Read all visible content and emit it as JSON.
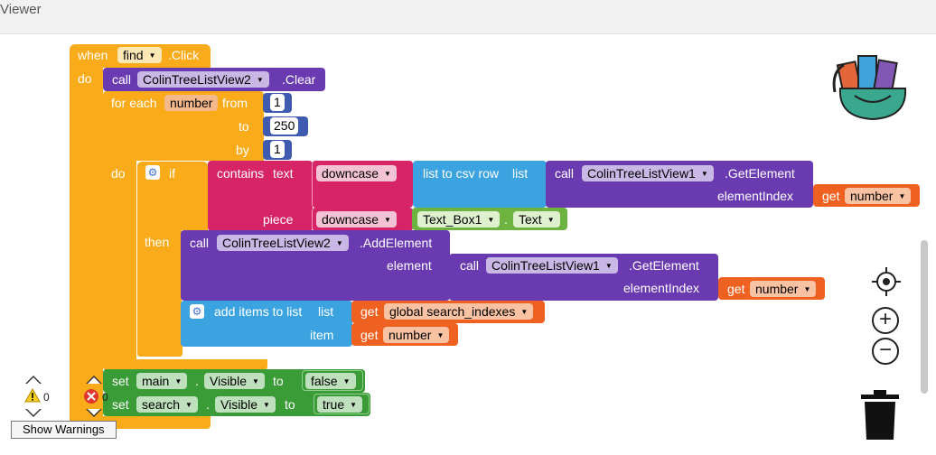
{
  "viewer": {
    "title": "Viewer"
  },
  "event": {
    "when": "when",
    "component": "find",
    "event": ".Click",
    "do": "do"
  },
  "clear_call": {
    "call": "call",
    "component": "ColinTreeListView2",
    "method": ".Clear"
  },
  "loop": {
    "for_each": "for each",
    "var": "number",
    "from": "from",
    "to": "to",
    "by": "by",
    "do": "do",
    "from_val": "1",
    "to_val": "250",
    "by_val": "1"
  },
  "if_block": {
    "if": "if",
    "then": "then"
  },
  "contains": {
    "label": "contains",
    "text": "text",
    "piece": "piece"
  },
  "downcase1": {
    "label": "downcase"
  },
  "list_to_csv": {
    "label": "list to csv row",
    "list": "list"
  },
  "get_element1": {
    "call": "call",
    "component": "ColinTreeListView1",
    "method": ".GetElement",
    "param": "elementIndex"
  },
  "get_number1": {
    "get": "get",
    "var": "number"
  },
  "downcase2": {
    "label": "downcase"
  },
  "textbox": {
    "component": "Text_Box1",
    "dot": ".",
    "prop": "Text"
  },
  "add_element": {
    "call": "call",
    "component": "ColinTreeListView2",
    "method": ".AddElement",
    "param": "element"
  },
  "get_element2": {
    "call": "call",
    "component": "ColinTreeListView1",
    "method": ".GetElement",
    "param": "elementIndex"
  },
  "get_number2": {
    "get": "get",
    "var": "number"
  },
  "add_items": {
    "label": "add items to list",
    "list": "list",
    "item": "item"
  },
  "get_global": {
    "get": "get",
    "var": "global search_indexes"
  },
  "get_number3": {
    "get": "get",
    "var": "number"
  },
  "set_main": {
    "set": "set",
    "component": "main",
    "dot": ".",
    "prop": "Visible",
    "to": "to",
    "value": "false"
  },
  "set_search": {
    "set": "set",
    "component": "search",
    "dot": ".",
    "prop": "Visible",
    "to": "to",
    "value": "true"
  },
  "warnings": {
    "warning_count": "0",
    "error_count": "0",
    "show_warnings": "Show Warnings"
  },
  "icons": [
    "backpack-icon",
    "target-icon",
    "zoom-in-icon",
    "zoom-out-icon",
    "trash-icon",
    "warning-icon",
    "error-icon"
  ]
}
